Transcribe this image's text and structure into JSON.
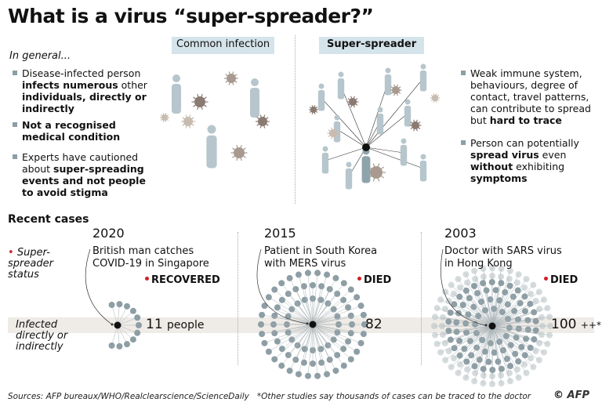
{
  "title": "What is a virus “super-spreader?”",
  "general": {
    "heading": "In general...",
    "bullets": [
      {
        "a": "Disease-infected person ",
        "b": "infects numerous",
        "c": " other ",
        "d": "individuals, directly or indirectly"
      },
      {
        "b": "Not a recognised medical condition"
      },
      {
        "a": "Experts have cautioned about ",
        "b": "super-spreading events and not people to avoid stigma"
      }
    ]
  },
  "illustration": {
    "common_label": "Common infection",
    "super_label": "Super-spreader"
  },
  "right": {
    "bullets": [
      {
        "a": "Weak immune system, behaviours, degree of contact, travel patterns, can contribute to spread but ",
        "b": "hard to trace"
      },
      {
        "a": "Person can potentially ",
        "b": "spread virus",
        "c": " even ",
        "d": "without",
        "e": " exhibiting ",
        "f": "symptoms"
      }
    ]
  },
  "recent": {
    "heading": "Recent cases",
    "legend_status": "Super-spreader status",
    "legend_infected": "Infected directly or indirectly",
    "cases": [
      {
        "year": "2020",
        "desc1": "British man catches",
        "desc2": "COVID-19 in Singapore",
        "status": "RECOVERED",
        "count": "11",
        "unit": "people",
        "infected": 11
      },
      {
        "year": "2015",
        "desc1": "Patient in South Korea",
        "desc2": "with MERS virus",
        "status": "DIED",
        "count": "82",
        "unit": "",
        "infected": 82
      },
      {
        "year": "2003",
        "desc1": "Doctor with SARS virus",
        "desc2": "in Hong Kong",
        "status": "DIED",
        "count": "100",
        "unit": "++*",
        "infected": 100
      }
    ]
  },
  "footer": {
    "sources": "Sources: AFP bureaux/WHO/Realclearscience/ScienceDaily",
    "note": "*Other studies say thousands of cases can be traced to the doctor",
    "logo": "AFP",
    "copyright": "©"
  },
  "colors": {
    "dot": "#8e9ea5",
    "red": "#d31f26",
    "band": "#efebe7",
    "tag": "#d5e3ea"
  }
}
